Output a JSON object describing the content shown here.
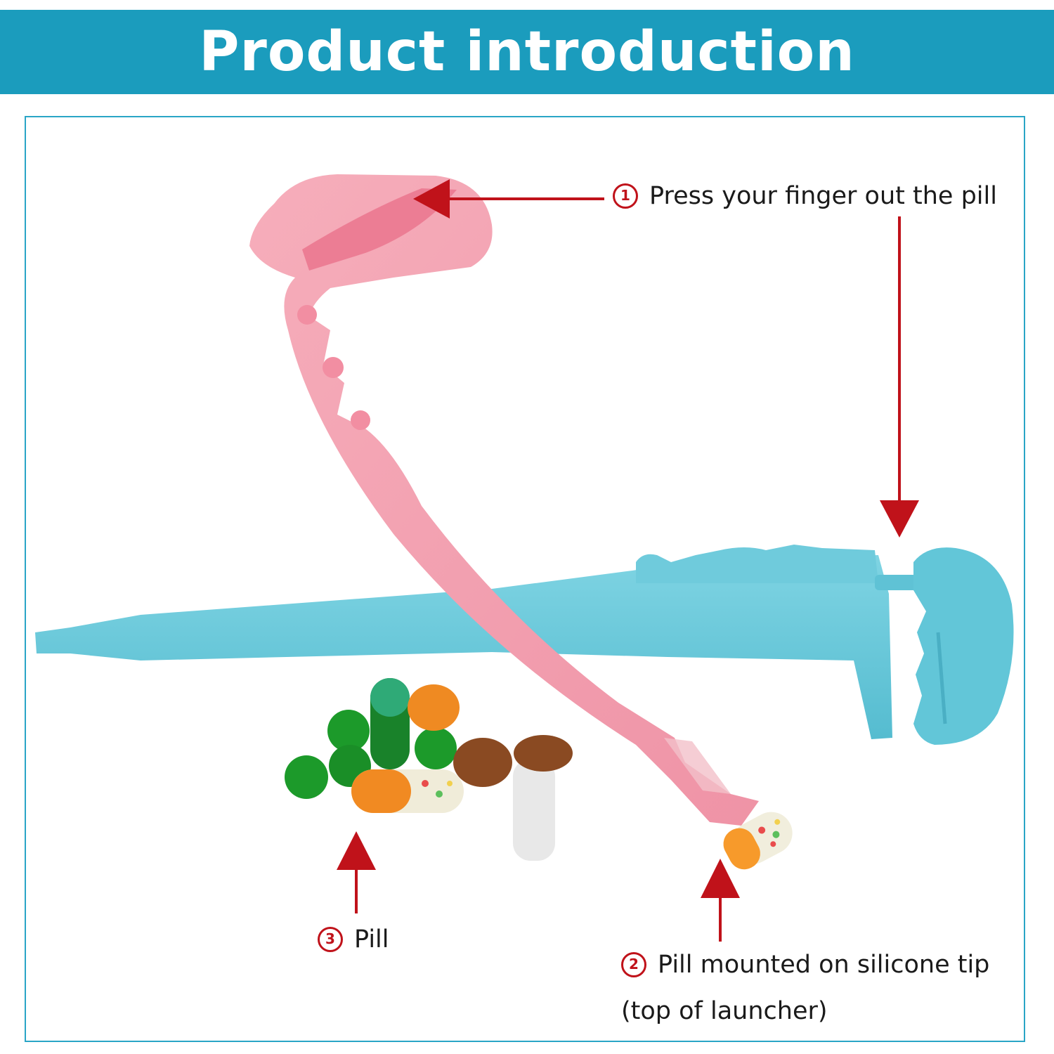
{
  "header": {
    "title": "Product introduction"
  },
  "callouts": [
    {
      "number": "1",
      "text": "Press your finger out the pill"
    },
    {
      "number": "2",
      "text": "Pill mounted on silicone tip",
      "text2": "(top of launcher)"
    },
    {
      "number": "3",
      "text": "Pill"
    }
  ],
  "colors": {
    "banner": "#1b9cbd",
    "frame": "#2aa5c6",
    "arrow": "#c0121a",
    "pink_launcher": "#f4a3b2",
    "blue_launcher": "#6ccbdc"
  }
}
